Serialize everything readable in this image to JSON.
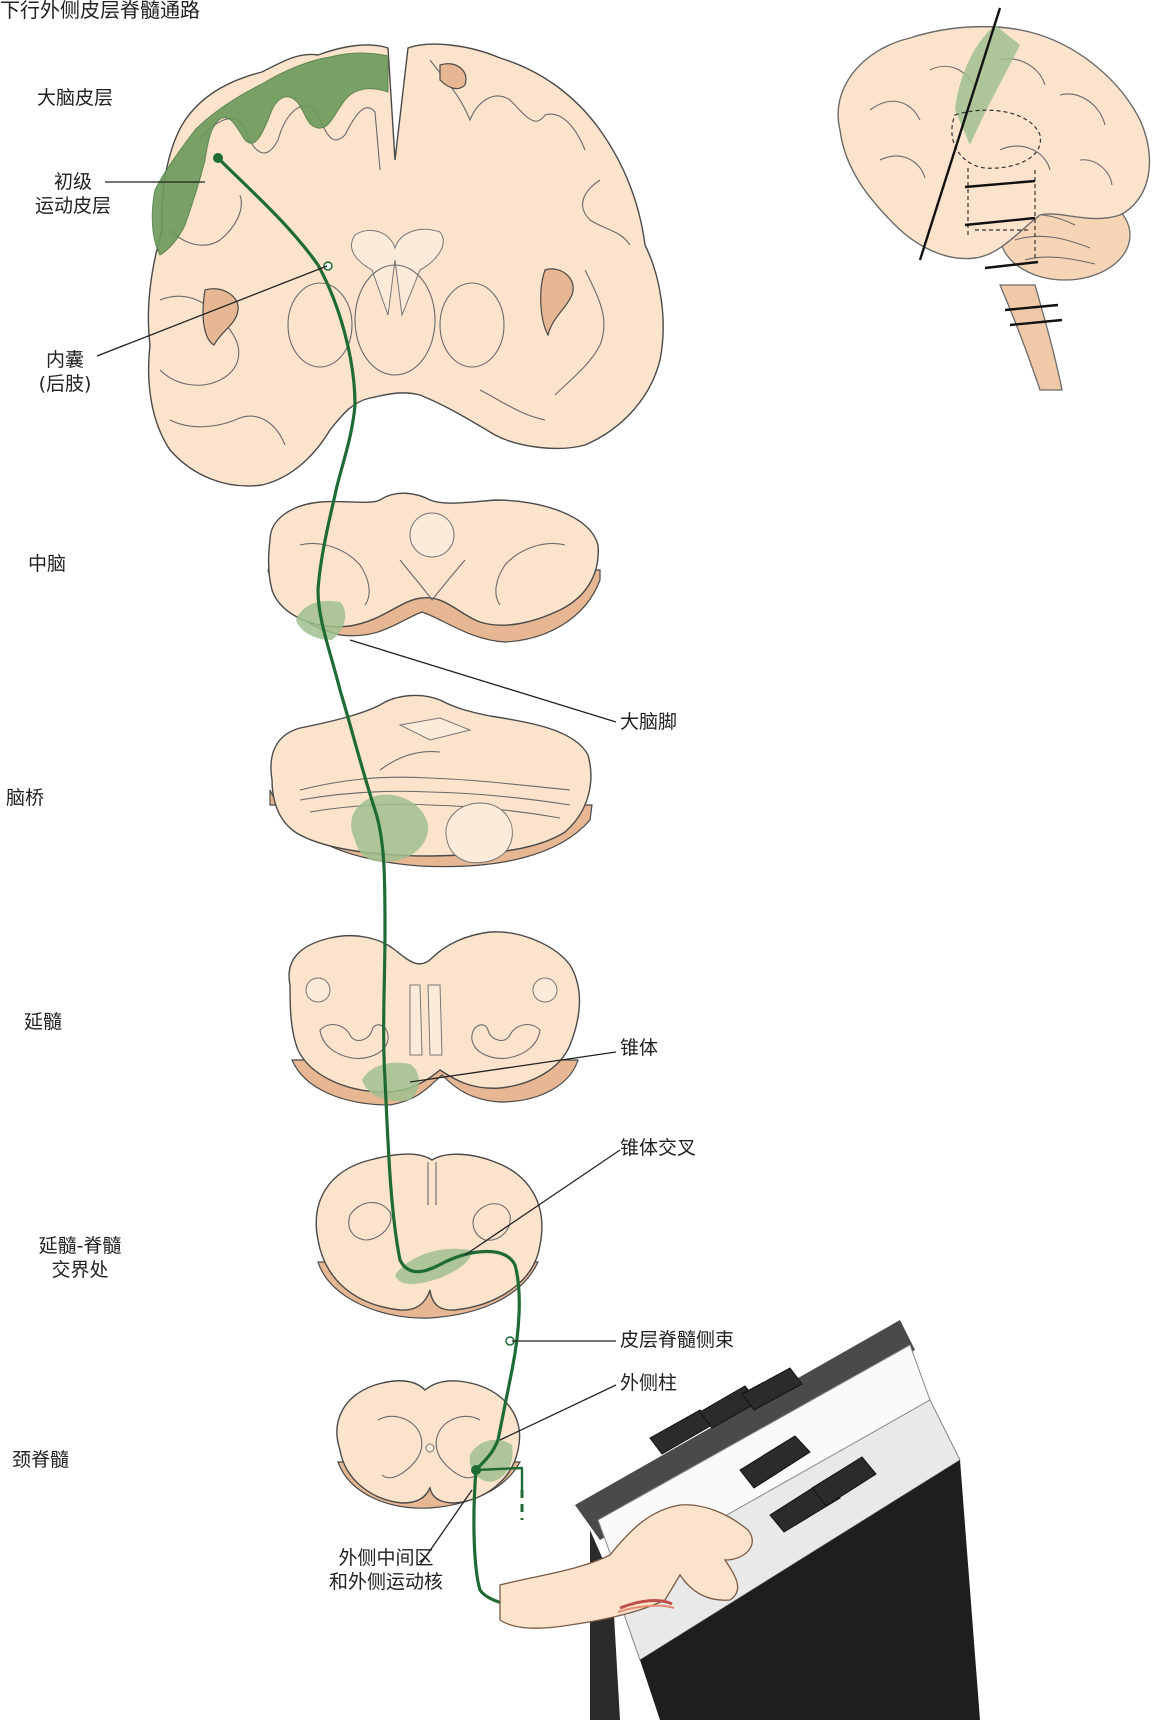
{
  "title": "下行外侧皮层脊髓通路",
  "labels": {
    "cerebral_cortex": "大脑皮层",
    "primary_motor_1": "初级",
    "primary_motor_2": "运动皮层",
    "internal_capsule_1": "内囊",
    "internal_capsule_2": "(后肢)",
    "midbrain": "中脑",
    "cerebral_peduncle": "大脑脚",
    "pons": "脑桥",
    "medulla": "延髓",
    "pyramid": "锥体",
    "decussation": "锥体交叉",
    "junction_1": "延髓-脊髓",
    "junction_2": "交界处",
    "lateral_cst": "皮层脊髓侧束",
    "lateral_column": "外侧柱",
    "cervical_cord": "颈脊髓",
    "intermediate_1": "外侧中间区",
    "intermediate_2": "和外侧运动核"
  },
  "colors": {
    "tissue": "#fbe3cc",
    "tract": "#1f6b35",
    "cortex_highlight": "#9fbf8f"
  }
}
